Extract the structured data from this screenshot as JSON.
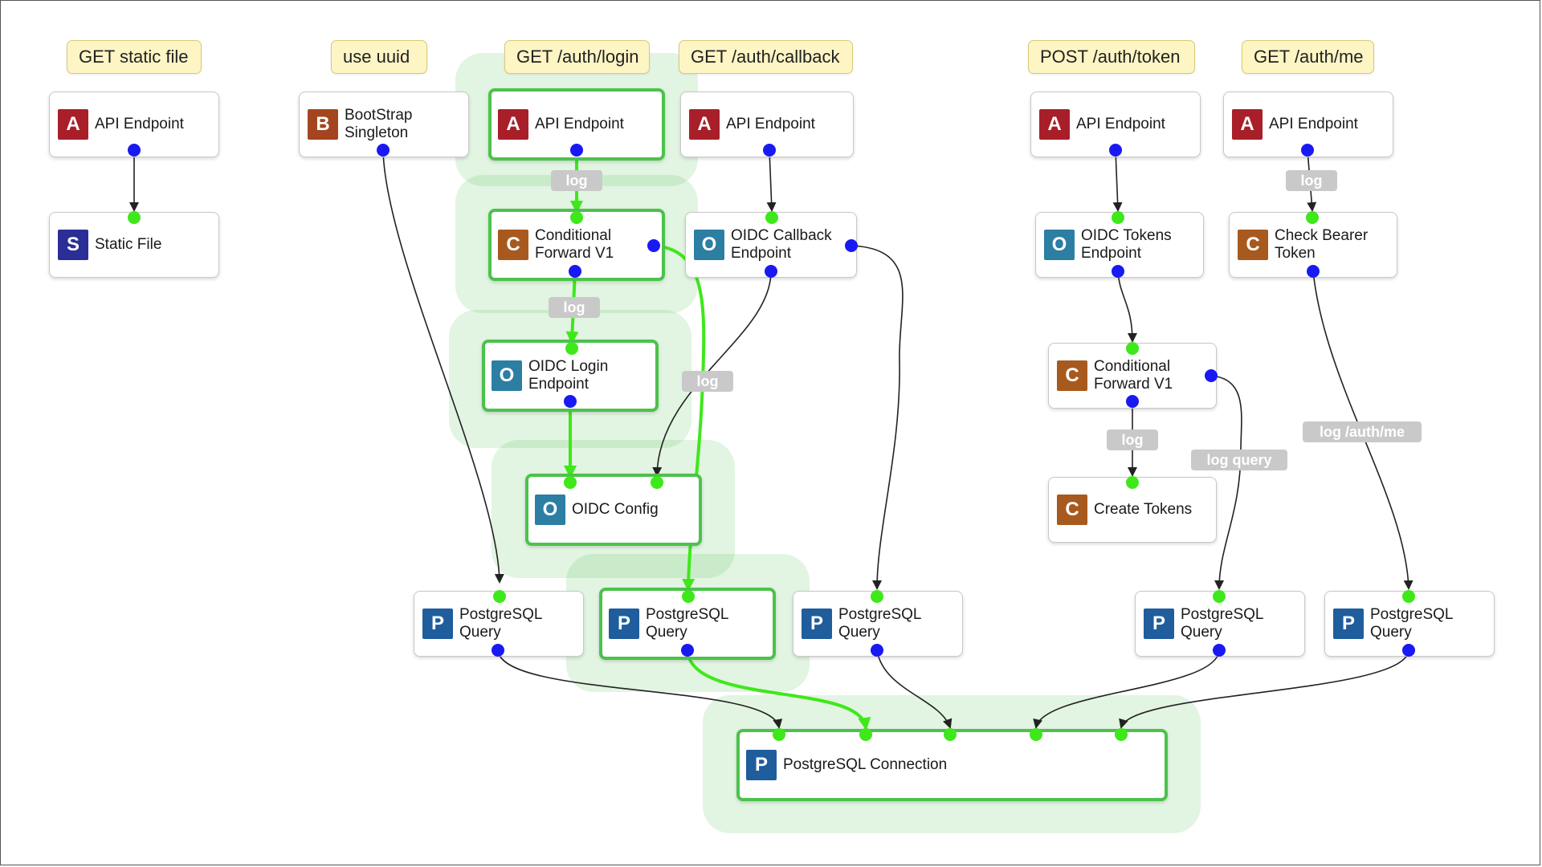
{
  "colors": {
    "A": "#a81f2a",
    "B": "#a3461f",
    "C": "#a85a1e",
    "O": "#2c7ea3",
    "P": "#1f5d9c",
    "S": "#2b2e96",
    "port_in": "#3ee81a",
    "port_out": "#1919f2",
    "active_edge": "#3ee81a",
    "edge": "#222222",
    "highlight": "#70c870"
  },
  "routes": {
    "static": "GET static file",
    "uuid": "use uuid",
    "login": "GET /auth/login",
    "callback": "GET /auth/callback",
    "token": "POST /auth/token",
    "me": "GET /auth/me"
  },
  "nodes": {
    "api1": {
      "badge": "A",
      "label": "API Endpoint"
    },
    "static_file": {
      "badge": "S",
      "label": "Static File"
    },
    "bootstrap": {
      "badge": "B",
      "label": "BootStrap\nSingleton"
    },
    "api2": {
      "badge": "A",
      "label": "API Endpoint"
    },
    "cond1": {
      "badge": "C",
      "label": "Conditional\nForward V1"
    },
    "oidc_login": {
      "badge": "O",
      "label": "OIDC Login\nEndpoint"
    },
    "oidc_config": {
      "badge": "O",
      "label": "OIDC Config"
    },
    "api3": {
      "badge": "A",
      "label": "API Endpoint"
    },
    "oidc_callback": {
      "badge": "O",
      "label": "OIDC Callback\nEndpoint"
    },
    "api4": {
      "badge": "A",
      "label": "API Endpoint"
    },
    "oidc_tokens": {
      "badge": "O",
      "label": "OIDC Tokens\nEndpoint"
    },
    "cond2": {
      "badge": "C",
      "label": "Conditional\nForward V1"
    },
    "create_tokens": {
      "badge": "C",
      "label": "Create Tokens"
    },
    "api5": {
      "badge": "A",
      "label": "API Endpoint"
    },
    "check_bearer": {
      "badge": "C",
      "label": "Check Bearer\nToken"
    },
    "pg1": {
      "badge": "P",
      "label": "PostgreSQL\nQuery"
    },
    "pg2": {
      "badge": "P",
      "label": "PostgreSQL\nQuery"
    },
    "pg3": {
      "badge": "P",
      "label": "PostgreSQL\nQuery"
    },
    "pg4": {
      "badge": "P",
      "label": "PostgreSQL\nQuery"
    },
    "pg5": {
      "badge": "P",
      "label": "PostgreSQL\nQuery"
    },
    "pg_conn": {
      "badge": "P",
      "label": "PostgreSQL Connection"
    }
  },
  "edge_labels": {
    "log1": "log",
    "log2": "log",
    "log3": "log",
    "log4": "log",
    "log5": "log",
    "log_query": "log query",
    "log_me": "log /auth/me"
  }
}
